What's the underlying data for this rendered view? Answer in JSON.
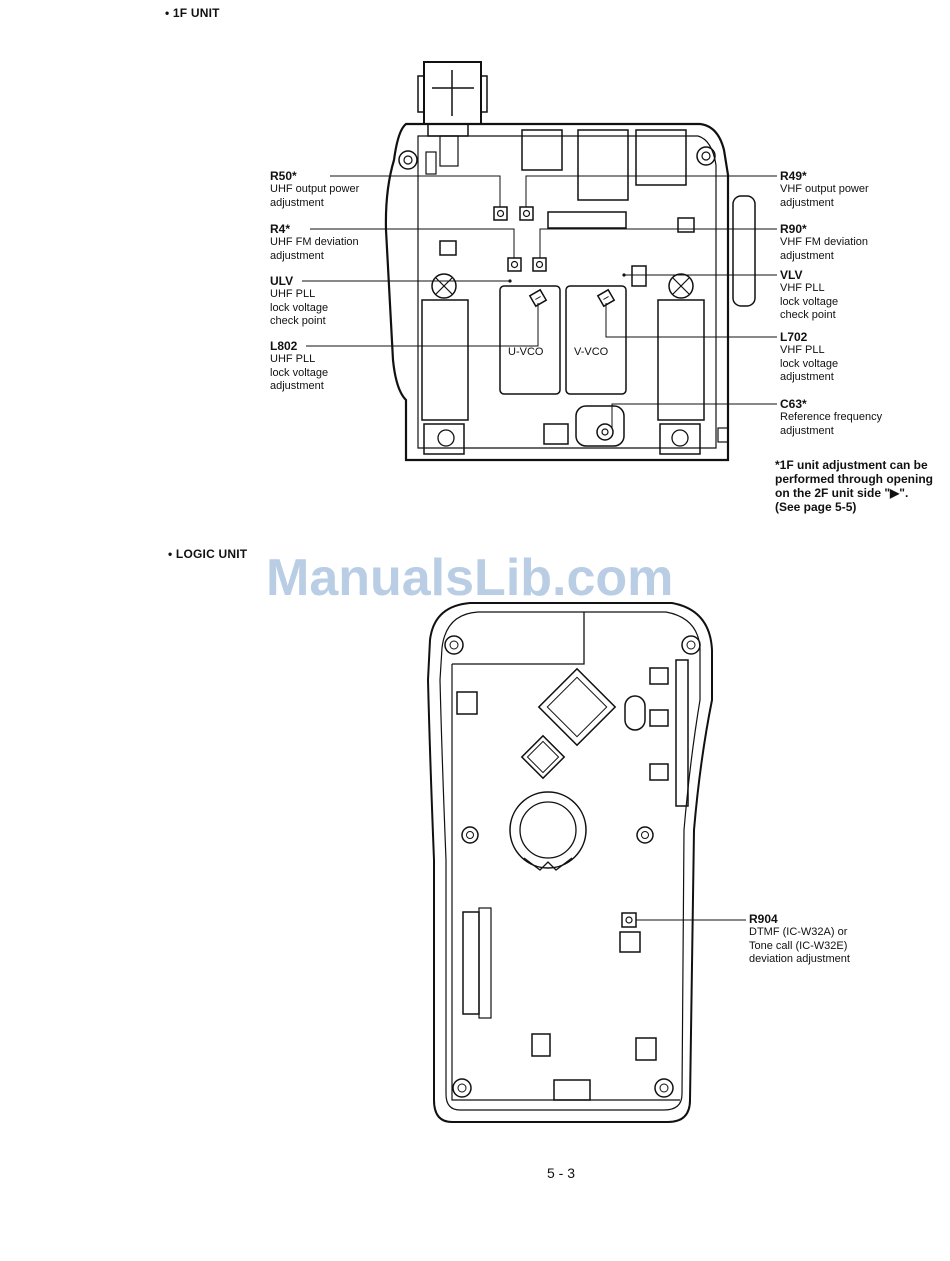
{
  "sections": {
    "top": "• 1F UNIT",
    "bottom": "• LOGIC UNIT"
  },
  "callouts": {
    "r50": {
      "id": "R50*",
      "desc": "UHF output power\nadjustment"
    },
    "r4": {
      "id": "R4*",
      "desc": "UHF FM deviation\nadjustment"
    },
    "ulv": {
      "id": "ULV",
      "desc": "UHF PLL\nlock voltage\ncheck point"
    },
    "l802": {
      "id": "L802",
      "desc": "UHF PLL\nlock voltage\nadjustment"
    },
    "r49": {
      "id": "R49*",
      "desc": "VHF output power\nadjustment"
    },
    "r90": {
      "id": "R90*",
      "desc": "VHF FM deviation\nadjustment"
    },
    "vlv": {
      "id": "VLV",
      "desc": "VHF PLL\nlock voltage\ncheck point"
    },
    "l702": {
      "id": "L702",
      "desc": "VHF PLL\nlock voltage\nadjustment"
    },
    "c63": {
      "id": "C63*",
      "desc": "Reference frequency\nadjustment"
    },
    "r904": {
      "id": "R904",
      "desc": "DTMF (IC-W32A) or\nTone call (IC-W32E)\ndeviation adjustment"
    }
  },
  "board_labels": {
    "uvco": "U-VCO",
    "vvco": "V-VCO"
  },
  "note": "*1F unit adjustment can be\n performed through opening\n on the 2F unit side \"▶\".\n (See page 5-5)",
  "watermark": "ManualsLib.com",
  "page_number": "5 - 3"
}
